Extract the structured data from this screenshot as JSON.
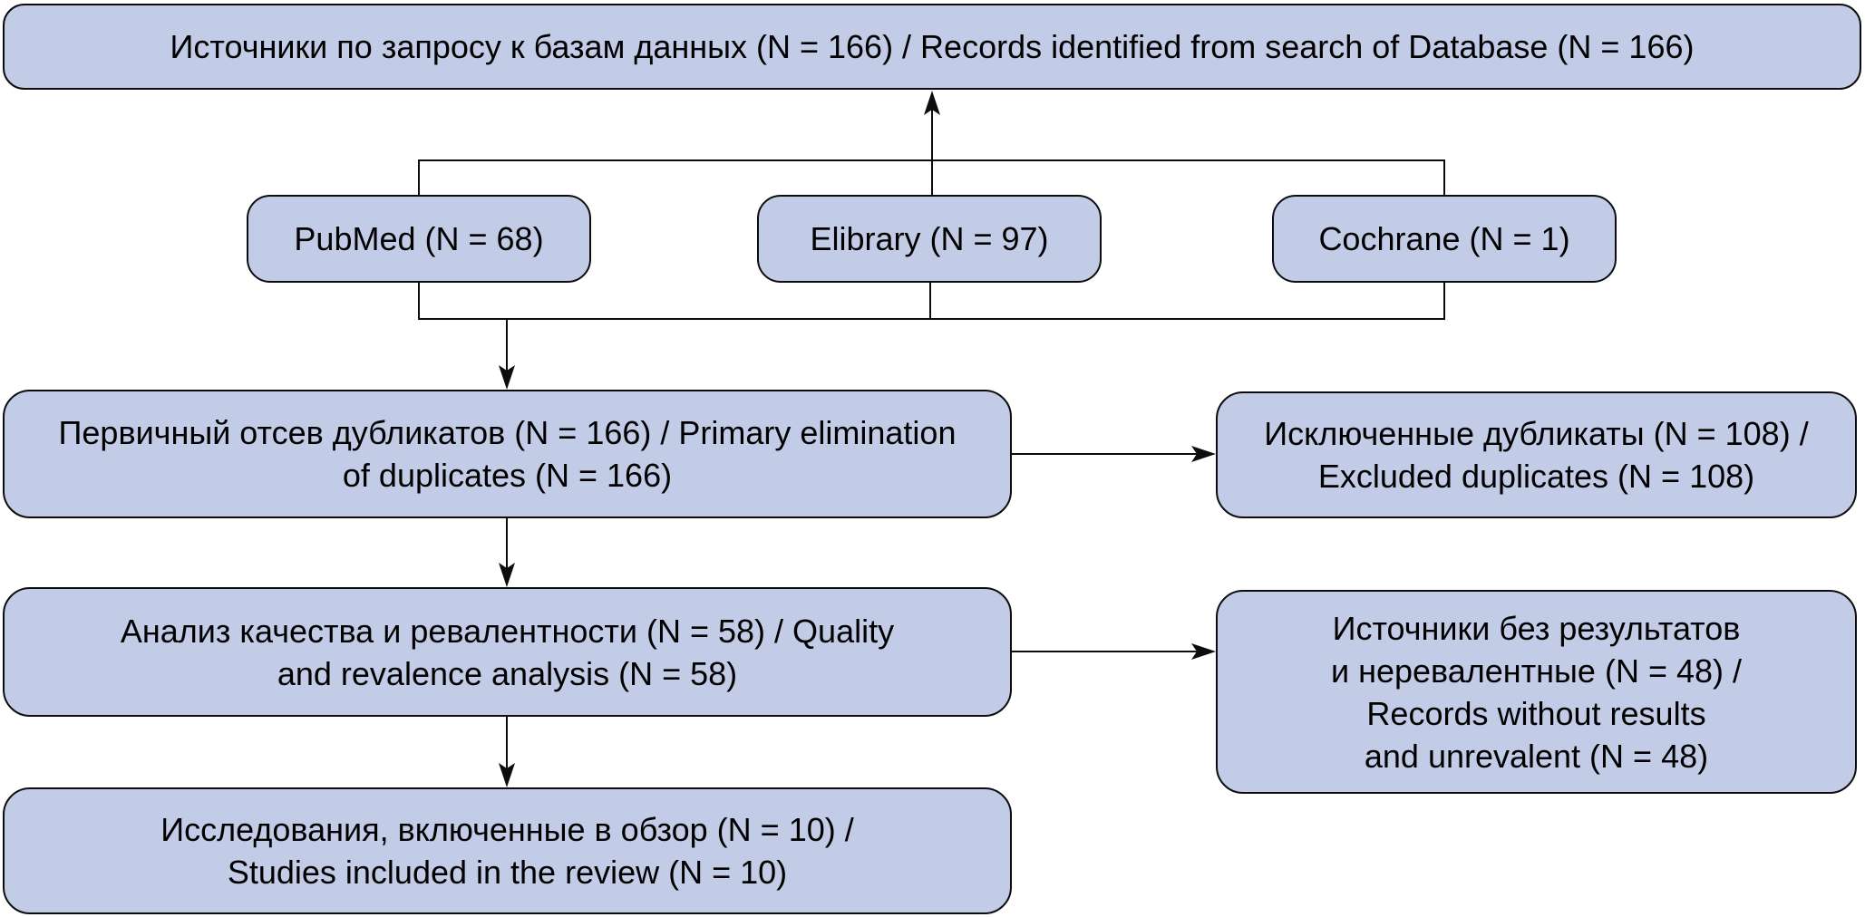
{
  "diagram": {
    "type": "flowchart-prisma",
    "colors": {
      "node_fill": "#c3cce7",
      "node_border": "#0d0d0d",
      "connector": "#0d0d0d",
      "text": "#000000",
      "background": "#ffffff"
    },
    "nodes": {
      "identified": {
        "label": "Источники по запросу к базам данных (N = 166) / Records identified from search of Database (N = 166)"
      },
      "pubmed": {
        "label": "PubMed (N = 68)"
      },
      "elibrary": {
        "label": "Elibrary (N = 97)"
      },
      "cochrane": {
        "label": "Cochrane (N = 1)"
      },
      "primary_elimination": {
        "label": "Первичный отсев дубликатов (N = 166) / Primary elimination\nof duplicates (N = 166)"
      },
      "excluded_duplicates": {
        "label": "Исключенные дубликаты (N = 108) /\nExcluded duplicates (N = 108)"
      },
      "quality_analysis": {
        "label": "Анализ качества и ревалентности (N = 58) / Quality\nand revalence analysis (N = 58)"
      },
      "without_results": {
        "label": "Источники без результатов\nи неревалентные (N = 48) /\nRecords without results\nand unrevalent (N = 48)"
      },
      "included_studies": {
        "label": "Исследования, включенные в обзор (N = 10) /\nStudies included in the review (N = 10)"
      }
    }
  }
}
